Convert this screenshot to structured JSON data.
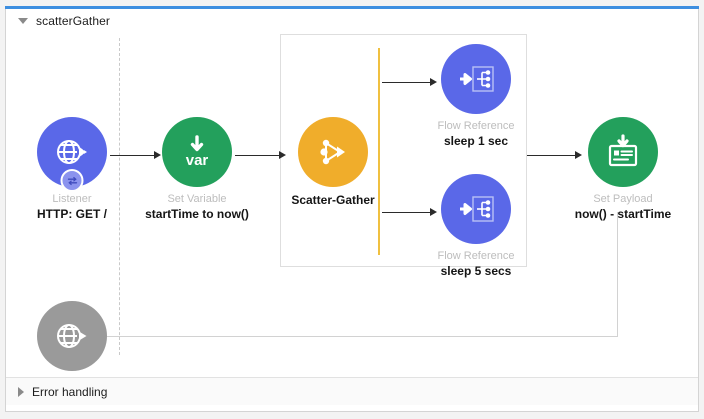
{
  "window": {
    "accent_color": "#3d8fe0",
    "canvas_background": "#ffffff"
  },
  "flow": {
    "expand_icon": "triangle-down-icon",
    "title": "scatterGather"
  },
  "error_handling": {
    "expand_icon": "triangle-right-icon",
    "title": "Error handling"
  },
  "nodes": [
    {
      "id": "listener",
      "icon": "http-globe-icon",
      "badge_icon": "sync-arrows-icon",
      "caption": "Listener",
      "subtitle": "HTTP: GET /",
      "color": "#5a68e8"
    },
    {
      "id": "set-variable",
      "icon": "var-down-arrow-icon",
      "caption": "Set Variable",
      "subtitle": "startTime to now()",
      "color": "#23a05c"
    },
    {
      "id": "scatter-gather",
      "icon": "scatter-gather-icon",
      "caption": "",
      "subtitle": "Scatter-Gather",
      "color": "#f0ad2b"
    },
    {
      "id": "flow-reference-1",
      "icon": "flow-reference-icon",
      "caption": "Flow Reference",
      "subtitle": "sleep 1 sec",
      "color": "#5a68e8"
    },
    {
      "id": "flow-reference-2",
      "icon": "flow-reference-icon",
      "caption": "Flow Reference",
      "subtitle": "sleep 5 secs",
      "color": "#5a68e8"
    },
    {
      "id": "set-payload",
      "icon": "set-payload-icon",
      "caption": "Set Payload",
      "subtitle": "now() - startTime",
      "color": "#23a05c"
    },
    {
      "id": "listener-response",
      "icon": "http-globe-icon",
      "caption": "",
      "subtitle": "",
      "color": "#9a9a9a"
    }
  ],
  "scatter_gather_container": {
    "route_bar_color": "#f0c040",
    "border_color": "#dedede"
  }
}
